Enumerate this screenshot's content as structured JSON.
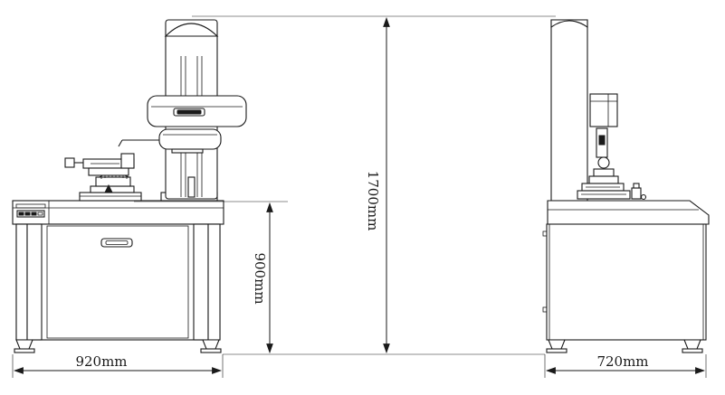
{
  "dimensions": {
    "front_width": "920mm",
    "table_height": "900mm",
    "total_height": "1700mm",
    "side_depth": "720mm"
  },
  "icons": {
    "front_view": "measuring-machine-front-view-icon",
    "side_view": "measuring-machine-side-view-icon"
  },
  "colors": {
    "line": "#1a1a1a",
    "background": "#ffffff"
  }
}
